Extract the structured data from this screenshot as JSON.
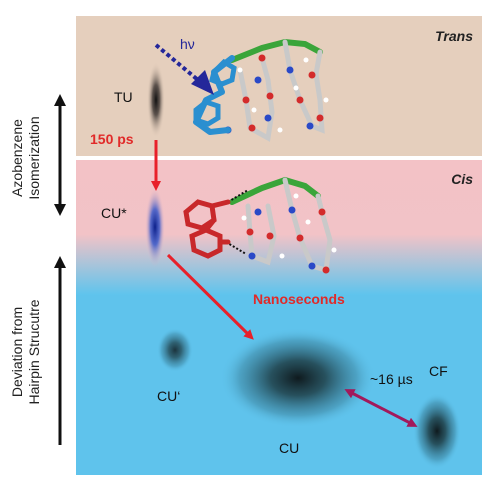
{
  "panels": {
    "trans": {
      "label": "Trans"
    },
    "cis": {
      "label": "Cis"
    }
  },
  "states": {
    "tu": "TU",
    "cu_star": "CU*",
    "cu_prime": "CU‘",
    "cu": "CU",
    "cf": "CF"
  },
  "transitions": {
    "photon": "hν",
    "isomerization_time": "150 ps",
    "relaxation_time": "Nanoseconds",
    "exchange_time": "~16 µs"
  },
  "axis_labels": {
    "isomerization_line1": "Azobenzene",
    "isomerization_line2": "Isomerization",
    "deviation_line1": "Deviation from",
    "deviation_line2": "Hairpin Strucutre"
  },
  "colors": {
    "trans_bg": "#e5cfbd",
    "cis_bg": "#f2c2c5",
    "bottom_bg": "#5fc3ec",
    "red_arrow": "#e8202a",
    "blue_arrow": "#24279a",
    "purple_arrow": "#a2195b",
    "red_text": "#e12a29"
  }
}
